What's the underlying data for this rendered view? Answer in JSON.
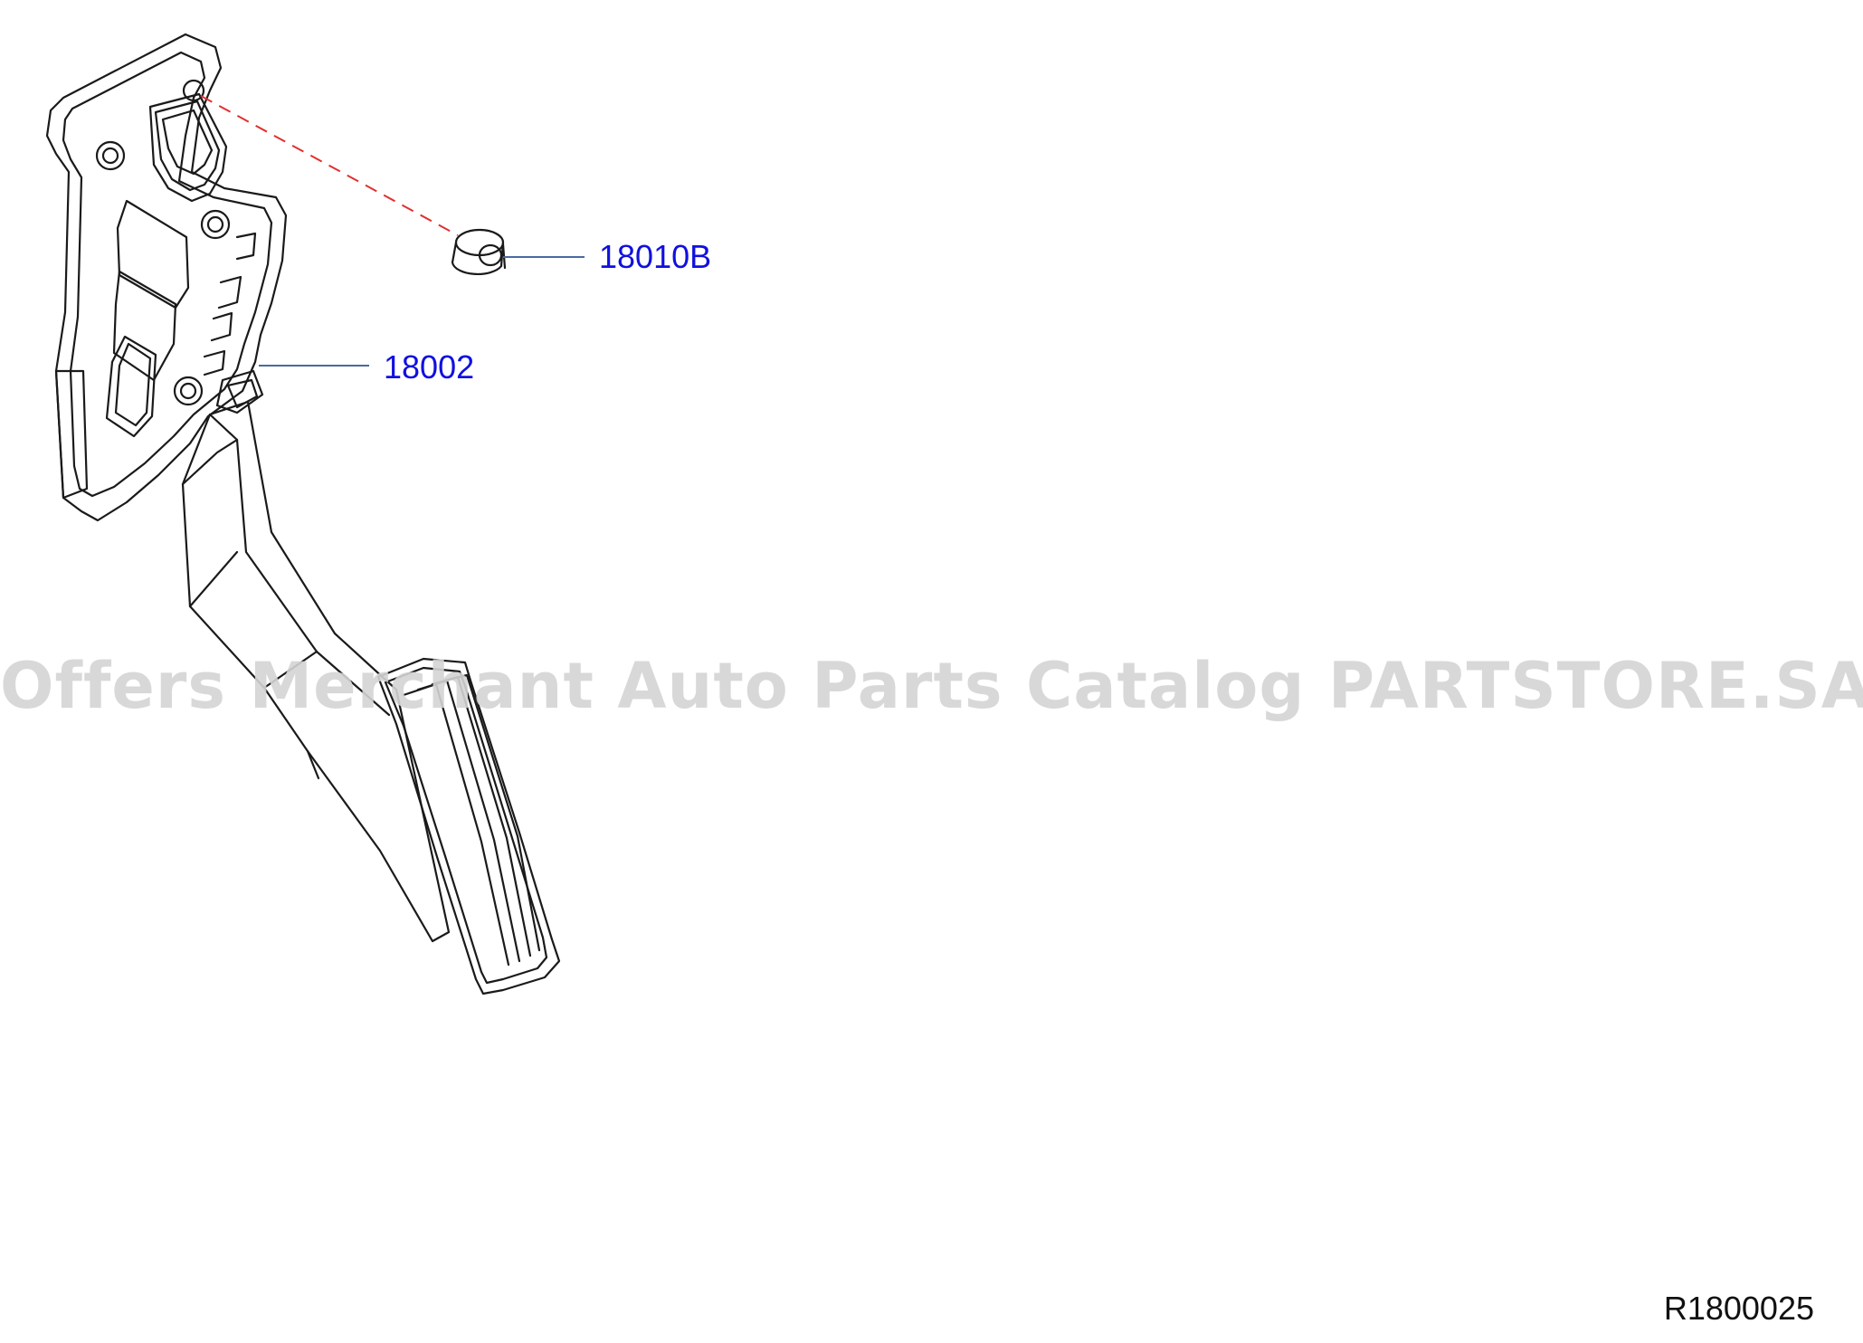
{
  "colors": {
    "background": "#ffffff",
    "line_art": "#1a1a1a",
    "callout_text": "#1010e0",
    "leader_line": "#4a6aa0",
    "hidden_line": "#e03030",
    "watermark": "#d4d4d4",
    "code_text": "#111111"
  },
  "callouts": [
    {
      "part_number": "18010B"
    },
    {
      "part_number": "18002"
    }
  ],
  "watermark_text": "Offers Merchant Auto Parts Catalog PARTSTORE.SA",
  "diagram_code": "R1800025"
}
